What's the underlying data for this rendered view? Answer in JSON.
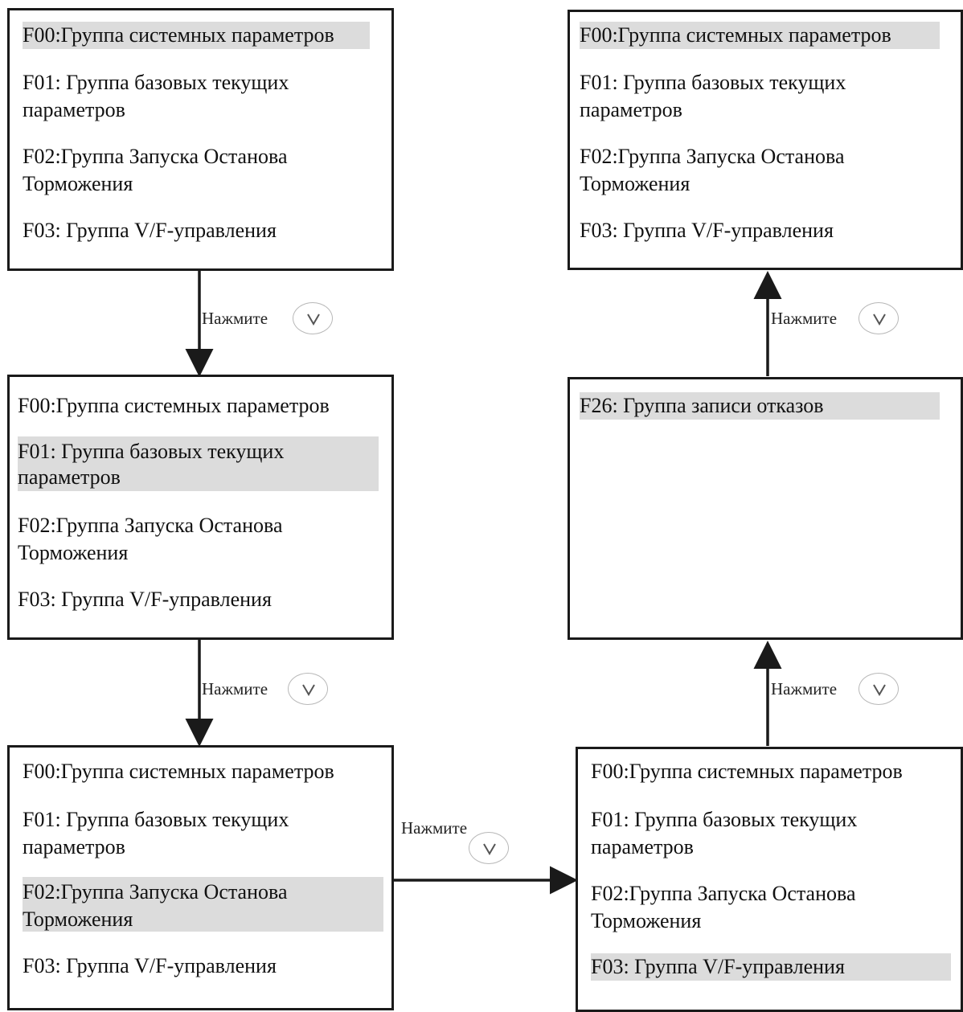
{
  "boxes": [
    {
      "id": "A",
      "lines": [
        "F00:Группа системных параметров",
        "F01: Группа базовых текущих",
        "параметров",
        "F02:Группа Запуска Останова",
        "Торможения",
        "F03: Группа V/F-управления"
      ],
      "highlighted_item": "F00"
    },
    {
      "id": "B",
      "lines": [
        "F00:Группа системных параметров",
        "F01: Группа базовых текущих",
        "параметров",
        "F02:Группа Запуска Останова",
        "Торможения",
        "F03: Группа V/F-управления"
      ],
      "highlighted_item": "F01"
    },
    {
      "id": "C",
      "lines": [
        "F00:Группа системных параметров",
        "F01: Группа базовых текущих",
        "параметров",
        "F02:Группа Запуска Останова",
        "Торможения",
        "F03: Группа V/F-управления"
      ],
      "highlighted_item": "F02"
    },
    {
      "id": "D",
      "lines": [
        "F00:Группа системных параметров",
        "F01: Группа базовых текущих",
        "параметров",
        "F02:Группа Запуска Останова",
        "Торможения",
        "F03: Группа V/F-управления"
      ],
      "highlighted_item": "F03"
    },
    {
      "id": "E",
      "lines": [
        "F26: Группа записи отказов"
      ],
      "highlighted_item": "F26"
    },
    {
      "id": "F",
      "lines": [
        "F00:Группа системных параметров",
        "F01: Группа базовых текущих",
        "параметров",
        "F02:Группа Запуска Останова",
        "Торможения",
        "F03: Группа V/F-управления"
      ],
      "highlighted_item": "F00"
    }
  ],
  "press_label": "Нажмите",
  "key_icon": "down-key-icon",
  "colors": {
    "border": "#1a1a1a",
    "highlight": "#dcdcdc",
    "key_border": "#b8b8b8"
  }
}
